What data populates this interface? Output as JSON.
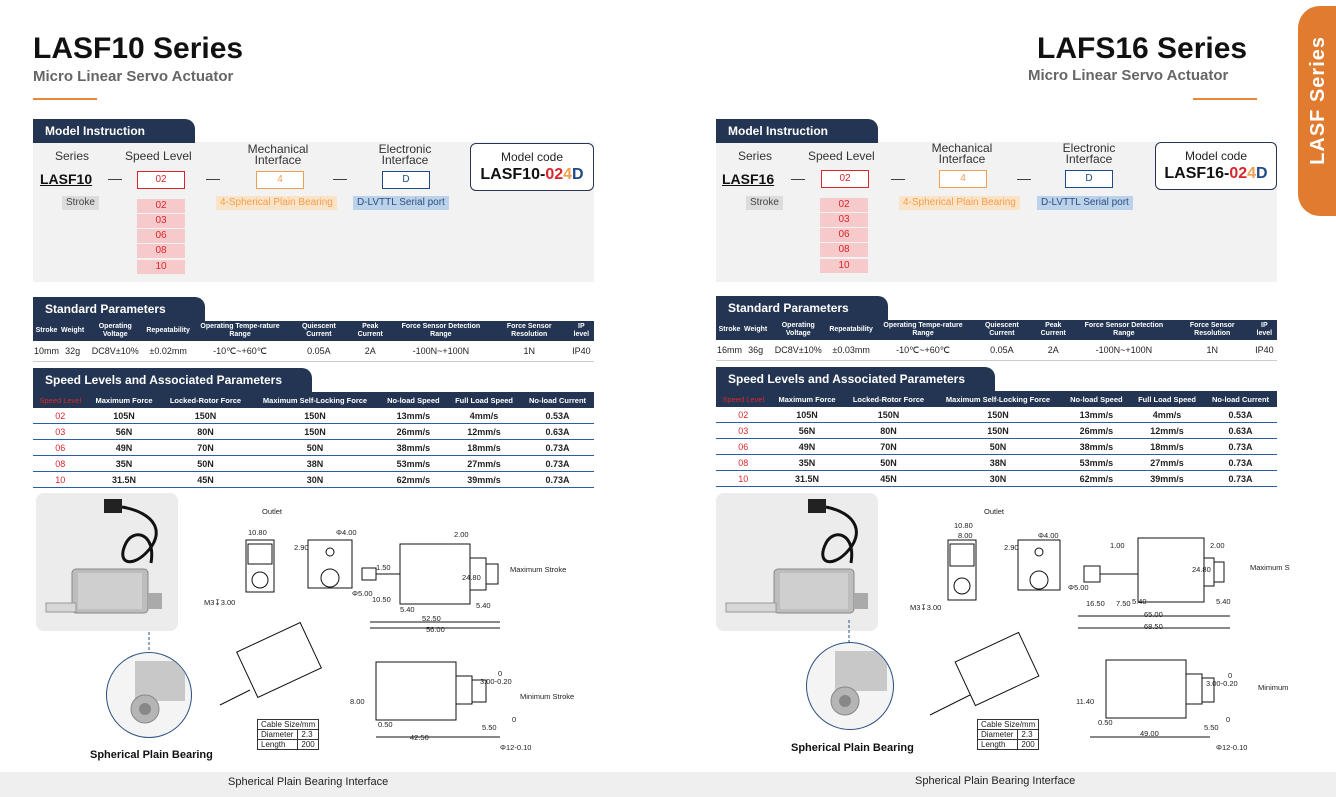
{
  "left": {
    "title": "LASF10 Series",
    "subtitle": "Micro Linear Servo Actuator",
    "model_instruction": {
      "header": "Model Instruction",
      "series_label": "Series",
      "series_code": "LASF10",
      "speed_label": "Speed Level",
      "speed_value": "02",
      "mech_label": "Mechanical Interface",
      "mech_value": "4",
      "elec_label": "Electronic Interface",
      "elec_value": "D",
      "stroke_label": "Stroke",
      "speed_options": [
        "02",
        "03",
        "06",
        "08",
        "10"
      ],
      "mech_desc": "4-Spherical Plain Bearing",
      "elec_desc": "D-LVTTL Serial port",
      "code_label": "Model code",
      "code_prefix": "LASF10-",
      "code_speed": "02",
      "code_mech": "4",
      "code_elec": "D"
    },
    "standard": {
      "header": "Standard Parameters",
      "columns": [
        "Stroke",
        "Weight",
        "Operating Voltage",
        "Repeatability",
        "Operating Tempe-rature Range",
        "Quiescent Current",
        "Peak Current",
        "Force Sensor Detection Range",
        "Force Sensor Resolution",
        "IP level"
      ],
      "values": [
        "10mm",
        "32g",
        "DC8V±10%",
        "±0.02mm",
        "-10℃~+60℃",
        "0.05A",
        "2A",
        "-100N~+100N",
        "1N",
        "IP40"
      ]
    },
    "speed_levels": {
      "header": "Speed Levels and Associated Parameters",
      "columns": [
        "Speed Level",
        "Maximum Force",
        "Locked-Rotor Force",
        "Maximum Self-Locking Force",
        "No-load Speed",
        "Full Load Speed",
        "No-load Current"
      ],
      "rows": [
        [
          "02",
          "105N",
          "150N",
          "150N",
          "13mm/s",
          "4mm/s",
          "0.53A"
        ],
        [
          "03",
          "56N",
          "80N",
          "150N",
          "26mm/s",
          "12mm/s",
          "0.63A"
        ],
        [
          "06",
          "49N",
          "70N",
          "50N",
          "38mm/s",
          "18mm/s",
          "0.73A"
        ],
        [
          "08",
          "35N",
          "50N",
          "38N",
          "53mm/s",
          "27mm/s",
          "0.73A"
        ],
        [
          "10",
          "31.5N",
          "45N",
          "30N",
          "62mm/s",
          "39mm/s",
          "0.73A"
        ]
      ]
    },
    "drawing": {
      "outlet": "Outlet",
      "max_stroke": "Maximum Stroke",
      "min_stroke": "Minimum Stroke",
      "hole": "M3↧3.00",
      "dims_top": [
        "10.80",
        "2.90",
        "Φ4.00",
        "2.00",
        "1.50",
        "24.80",
        "Φ5.00",
        "10.50",
        "5.40",
        "5.40",
        "52.50",
        "56.00"
      ],
      "dims_bottom": [
        "0",
        "3.00-0.20",
        "8.00",
        "0.50",
        "42.50",
        "5.50",
        "0",
        "Φ12-0.10"
      ],
      "cable_title": "Cable Size/mm",
      "cable_rows": [
        [
          "Diameter",
          "2.3"
        ],
        [
          "Length",
          "200"
        ]
      ]
    },
    "bearing_caption": "Spherical Plain Bearing",
    "footer": "Spherical Plain Bearing Interface"
  },
  "right": {
    "title": "LAFS16 Series",
    "subtitle": "Micro Linear Servo Actuator",
    "model_instruction": {
      "header": "Model Instruction",
      "series_label": "Series",
      "series_code": "LASF16",
      "speed_label": "Speed Level",
      "speed_value": "02",
      "mech_label": "Mechanical Interface",
      "mech_value": "4",
      "elec_label": "Electronic Interface",
      "elec_value": "D",
      "stroke_label": "Stroke",
      "speed_options": [
        "02",
        "03",
        "06",
        "08",
        "10"
      ],
      "mech_desc": "4-Spherical Plain Bearing",
      "elec_desc": "D-LVTTL Serial port",
      "code_label": "Model code",
      "code_prefix": "LASF16-",
      "code_speed": "02",
      "code_mech": "4",
      "code_elec": "D"
    },
    "standard": {
      "header": "Standard Parameters",
      "columns": [
        "Stroke",
        "Weight",
        "Operating Voltage",
        "Repeatability",
        "Operating Tempe-rature Range",
        "Quiescent Current",
        "Peak Current",
        "Force Sensor Detection Range",
        "Force Sensor Resolution",
        "IP level"
      ],
      "values": [
        "16mm",
        "36g",
        "DC8V±10%",
        "±0.03mm",
        "-10℃~+60℃",
        "0.05A",
        "2A",
        "-100N~+100N",
        "1N",
        "IP40"
      ]
    },
    "speed_levels": {
      "header": "Speed Levels and Associated Parameters",
      "columns": [
        "Speed Level",
        "Maximum Force",
        "Locked-Rotor Force",
        "Maximum Self-Locking Force",
        "No-load Speed",
        "Full Load Speed",
        "No-load Current"
      ],
      "rows": [
        [
          "02",
          "105N",
          "150N",
          "150N",
          "13mm/s",
          "4mm/s",
          "0.53A"
        ],
        [
          "03",
          "56N",
          "80N",
          "150N",
          "26mm/s",
          "12mm/s",
          "0.63A"
        ],
        [
          "06",
          "49N",
          "70N",
          "50N",
          "38mm/s",
          "18mm/s",
          "0.73A"
        ],
        [
          "08",
          "35N",
          "50N",
          "38N",
          "53mm/s",
          "27mm/s",
          "0.73A"
        ],
        [
          "10",
          "31.5N",
          "45N",
          "30N",
          "62mm/s",
          "39mm/s",
          "0.73A"
        ]
      ]
    },
    "drawing": {
      "outlet": "Outlet",
      "max_stroke": "Maximum Stroke",
      "min_stroke": "Minimum Stroke",
      "hole": "M3↧3.00",
      "dims_top": [
        "10.80",
        "8.00",
        "2.90",
        "Φ4.00",
        "1.00",
        "2.00",
        "24.80",
        "Φ5.00",
        "16.50",
        "7.50",
        "5.40",
        "5.40",
        "65.00",
        "68.50"
      ],
      "dims_bottom": [
        "0",
        "3.00-0.20",
        "11.40",
        "0.50",
        "49.00",
        "5.50",
        "0",
        "Φ12-0.10"
      ],
      "cable_title": "Cable Size/mm",
      "cable_rows": [
        [
          "Diameter",
          "2.3"
        ],
        [
          "Length",
          "200"
        ]
      ]
    },
    "bearing_caption": "Spherical Plain Bearing",
    "footer": "Spherical Plain Bearing Interface"
  },
  "side_tab": "LASF Series",
  "colors": {
    "navy": "#233552",
    "accent": "#e07b30",
    "red": "#d9262c",
    "orange": "#f0a050",
    "blue": "#1c4a8a"
  }
}
